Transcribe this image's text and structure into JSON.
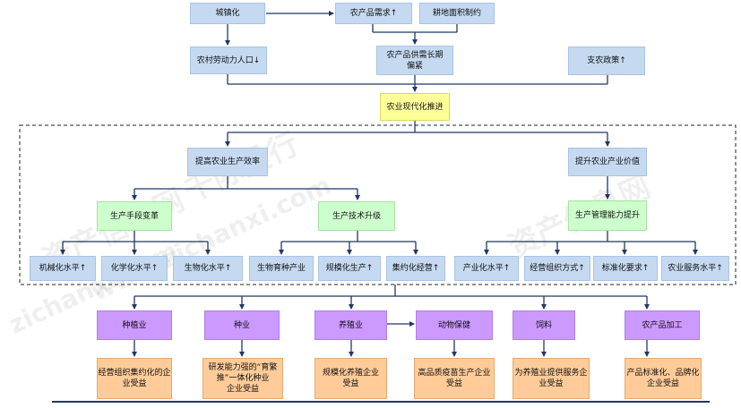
{
  "top": {
    "urbanization": "城镇化",
    "agri_demand": "农产品需求↑",
    "land_constraint": "耕地面积制约",
    "rural_labor": "农村劳动力人口↓",
    "supply_tight": "农产品供需长期\n偏紧",
    "policy": "支农政策↑"
  },
  "core": "农业现代化推进",
  "level1": {
    "efficiency": "提高农业生产效率",
    "value": "提升农业产业价值"
  },
  "level2": {
    "means": "生产手段变革",
    "tech": "生产技术升级",
    "mgmt": "生产管理能力提升"
  },
  "level3": [
    "机械化水平↑",
    "化学化水平↑",
    "生物化水平↑",
    "生物育种产业",
    "规模化生产↑",
    "集约化经营↑",
    "产业化水平↑",
    "经营组织方式↑",
    "标准化要求↑",
    "农业服务水平↑"
  ],
  "sectors": [
    "种植业",
    "种业",
    "养殖业",
    "动物保健",
    "饲料",
    "农产品加工"
  ],
  "beneficiaries": [
    "经营组织集约化的企\n业受益",
    "研发能力强的“育繁\n推”一体化种业\n企业受益",
    "规模化养殖企业\n受益",
    "高品质疫苗生产企业\n受益",
    "为养殖业提供服务企\n业受益",
    "产品标准化、品牌化\n企业受益"
  ],
  "watermark": [
    "资产信息网",
    "千际投行",
    "www.zichanxi.com",
    "资产信息网",
    "zichanxi.com"
  ],
  "colors": {
    "blue": "#c5d9f1",
    "yellow": "#ffff99",
    "green": "#ccffcc",
    "purple": "#cc99ff",
    "orange": "#ffcc99",
    "line": "#1f3864"
  }
}
